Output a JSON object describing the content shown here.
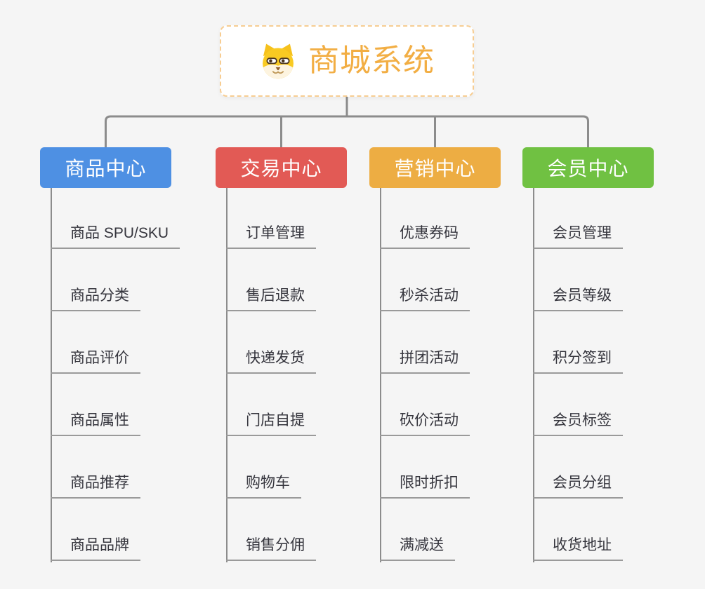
{
  "root": {
    "title": "商城系统",
    "icon": "shiba-dog-icon",
    "title_color": "#f2ae44",
    "border_color": "#f7cd92"
  },
  "colors": {
    "background": "#f5f5f5",
    "connector": "#8c8c8c",
    "leaf_underline": "#9a9a9a",
    "leaf_text": "#35353d"
  },
  "branches": [
    {
      "label": "商品中心",
      "color": "#4e90e3",
      "items": [
        "商品 SPU/SKU",
        "商品分类",
        "商品评价",
        "商品属性",
        "商品推荐",
        "商品品牌"
      ]
    },
    {
      "label": "交易中心",
      "color": "#e25a55",
      "items": [
        "订单管理",
        "售后退款",
        "快递发货",
        "门店自提",
        "购物车",
        "销售分佣"
      ]
    },
    {
      "label": "营销中心",
      "color": "#edad43",
      "items": [
        "优惠券码",
        "秒杀活动",
        "拼团活动",
        "砍价活动",
        "限时折扣",
        "满减送"
      ]
    },
    {
      "label": "会员中心",
      "color": "#70c142",
      "items": [
        "会员管理",
        "会员等级",
        "积分签到",
        "会员标签",
        "会员分组",
        "收货地址"
      ]
    }
  ]
}
